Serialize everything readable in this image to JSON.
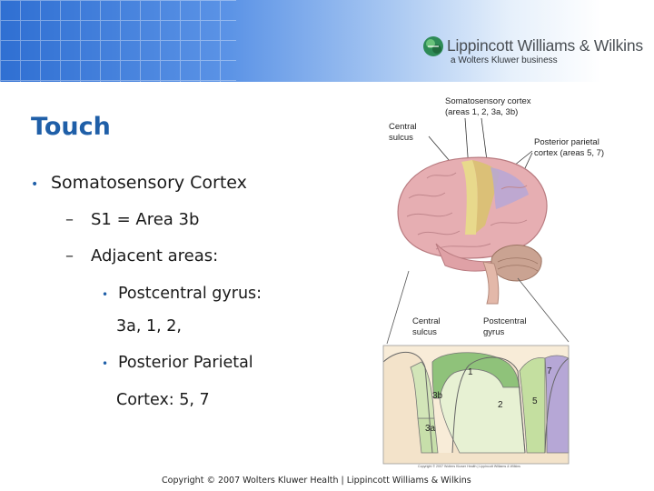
{
  "header": {
    "publisher_name": "Lippincott Williams & Wilkins",
    "publisher_tagline": "a Wolters Kluwer business",
    "logo_icon": "lww-globe-logo"
  },
  "slide": {
    "title": "Touch",
    "bullets": [
      {
        "level": 1,
        "text": "Somatosensory Cortex"
      },
      {
        "level": 2,
        "text": "S1 = Area 3b"
      },
      {
        "level": 2,
        "text": "Adjacent areas:"
      },
      {
        "level": 3,
        "text": "Postcentral gyrus:"
      },
      {
        "level": 3,
        "text": "3a, 1, 2,"
      },
      {
        "level": 3,
        "text": "Posterior Parietal"
      },
      {
        "level": 3,
        "text": "Cortex: 5, 7"
      }
    ]
  },
  "figure": {
    "label_somatosensory_1": "Somatosensory cortex",
    "label_somatosensory_2": "(areas 1, 2, 3a, 3b)",
    "label_central_1": "Central",
    "label_central_2": "sulcus",
    "label_parietal_1": "Posterior parietal",
    "label_parietal_2": "cortex (areas 5, 7)",
    "label_central_lower_1": "Central",
    "label_central_lower_2": "sulcus",
    "label_postcentral_1": "Postcentral",
    "label_postcentral_2": "gyrus",
    "area_1": "1",
    "area_2": "2",
    "area_3b": "3b",
    "area_3a": "3a",
    "area_5": "5",
    "area_7": "7",
    "small_credit": "Copyright © 2007 Wolters Kluwer Health | Lippincott Williams & Wilkins"
  },
  "footer": {
    "copyright": "Copyright © 2007 Wolters Kluwer Health | Lippincott Williams & Wilkins"
  },
  "colors": {
    "title": "#1f5fa8",
    "bullet": "#1f5fa8",
    "brain": "#e6aeb2",
    "area_1": "#8fc27a",
    "area_3b": "#d2e5b8",
    "area_2": "#e7f1d3",
    "area_5": "#c4dfa0",
    "area_7": "#b6a7d6",
    "cerebellum": "#caa392"
  }
}
